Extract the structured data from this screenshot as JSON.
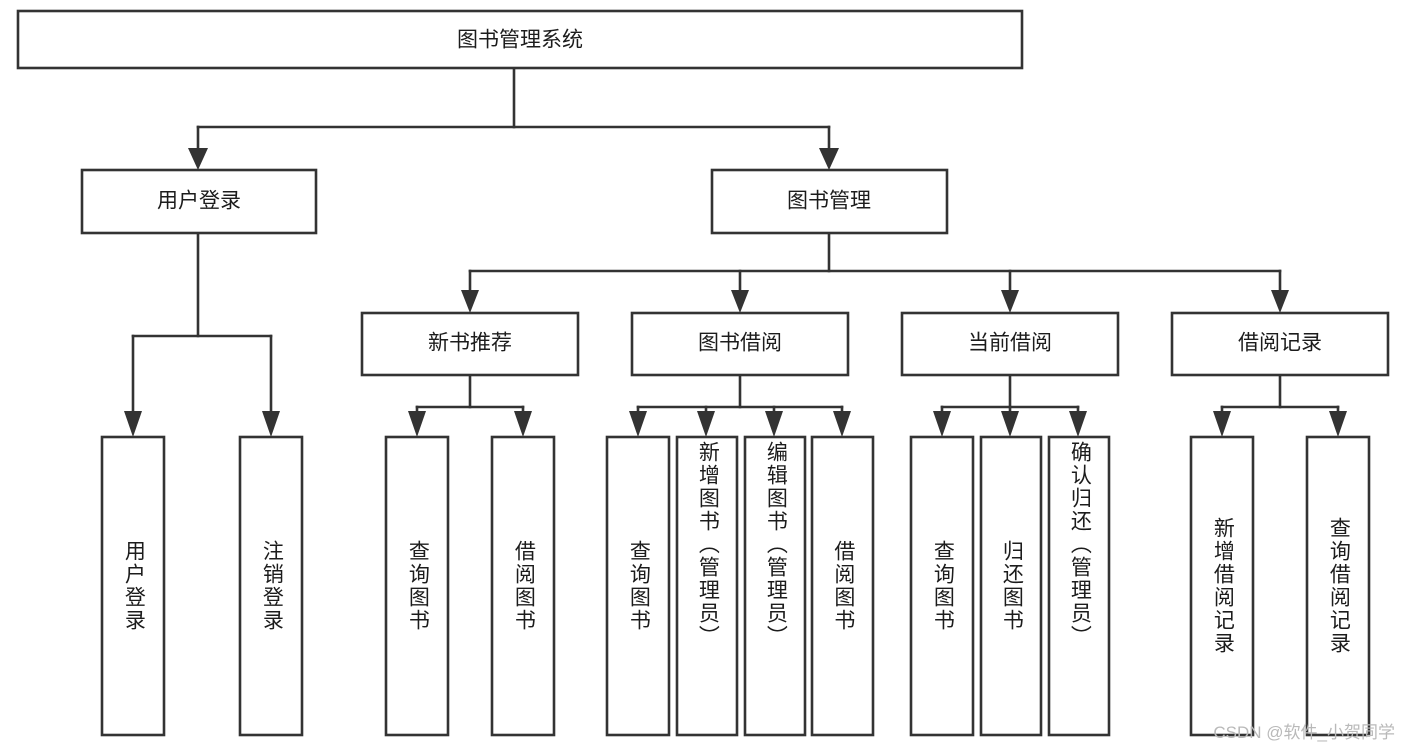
{
  "diagram": {
    "title_node": {
      "label": "图书管理系统"
    },
    "level2": [
      {
        "id": "user-login",
        "label": "用户登录"
      },
      {
        "id": "book-management",
        "label": "图书管理"
      }
    ],
    "level3": [
      {
        "id": "new-book-recommend",
        "label": "新书推荐"
      },
      {
        "id": "book-borrow",
        "label": "图书借阅"
      },
      {
        "id": "current-borrow",
        "label": "当前借阅"
      },
      {
        "id": "borrow-record",
        "label": "借阅记录"
      }
    ],
    "leaves": [
      {
        "id": "leaf-user-login",
        "label": "用户登录"
      },
      {
        "id": "leaf-logout-login",
        "label": "注销登录"
      },
      {
        "id": "leaf-query-book-1",
        "label": "查询图书"
      },
      {
        "id": "leaf-borrow-book-1",
        "label": "借阅图书"
      },
      {
        "id": "leaf-query-book-2",
        "label": "查询图书"
      },
      {
        "id": "leaf-add-book-admin",
        "label": "新增图书（管理员）"
      },
      {
        "id": "leaf-edit-book-admin",
        "label": "编辑图书（管理员）"
      },
      {
        "id": "leaf-borrow-book-2",
        "label": "借阅图书"
      },
      {
        "id": "leaf-query-book-3",
        "label": "查询图书"
      },
      {
        "id": "leaf-return-book",
        "label": "归还图书"
      },
      {
        "id": "leaf-confirm-return-admin",
        "label": "确认归还（管理员）"
      },
      {
        "id": "leaf-add-borrow-record",
        "label": "新增借阅记录"
      },
      {
        "id": "leaf-query-borrow-record",
        "label": "查询借阅记录"
      }
    ],
    "watermark": "CSDN @软件_小贺同学",
    "colors": {
      "box_stroke": "#333333",
      "box_fill": "#ffffff",
      "text": "#1c1c1c",
      "watermark": "#b9b9b9",
      "background": "#ffffff"
    }
  }
}
